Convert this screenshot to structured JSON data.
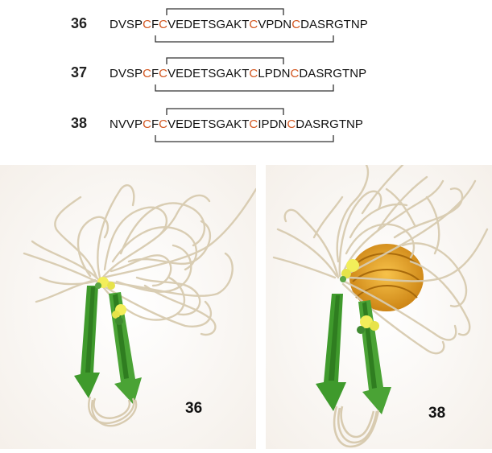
{
  "sequences": [
    {
      "id": "36",
      "parts": [
        "DVSP",
        "C",
        "F",
        "C",
        "VEDETSGAKT",
        "C",
        "VPDN",
        "C",
        "DASRGTNP"
      ]
    },
    {
      "id": "37",
      "parts": [
        "DVSP",
        "C",
        "F",
        "C",
        "VEDETSGAKT",
        "C",
        "LPDN",
        "C",
        "DASRGTNP"
      ]
    },
    {
      "id": "38",
      "parts": [
        "NVVP",
        "C",
        "F",
        "C",
        "VEDETSGAKT",
        "C",
        "IPDN",
        "C",
        "DASRGTNP"
      ]
    }
  ],
  "structures": [
    {
      "label": "36"
    },
    {
      "label": "38"
    }
  ],
  "colors": {
    "cysteine": "#d2551e",
    "backbone": "#d8cbb0",
    "strand": "#3f9a2c",
    "helix": "#e6a21f",
    "disulfide": "#f2ee5a"
  }
}
